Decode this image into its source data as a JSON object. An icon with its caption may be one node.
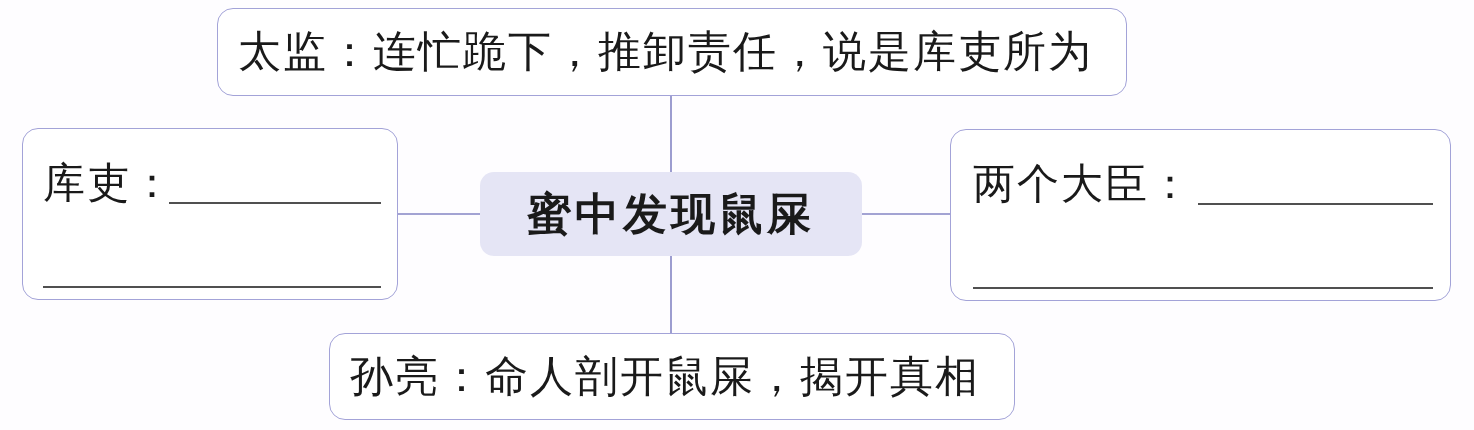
{
  "diagram": {
    "nodes": [
      {
        "text": [
          "太监：连忙跪下，推卸责任，说是库吏所为"
        ]
      },
      {
        "text": [
          "库吏："
        ]
      },
      {
        "text": [
          "蜜中发现鼠屎"
        ]
      },
      {
        "text": [
          "两个大臣："
        ]
      },
      {
        "text": [
          "孙亮：命人剖开鼠屎，揭开真相"
        ]
      }
    ],
    "edges": [
      {
        "from": 2,
        "to": 0,
        "arrow": "none"
      },
      {
        "from": 2,
        "to": 1,
        "arrow": "none"
      },
      {
        "from": 2,
        "to": 3,
        "arrow": "none"
      },
      {
        "from": 2,
        "to": 4,
        "arrow": "none"
      }
    ]
  }
}
